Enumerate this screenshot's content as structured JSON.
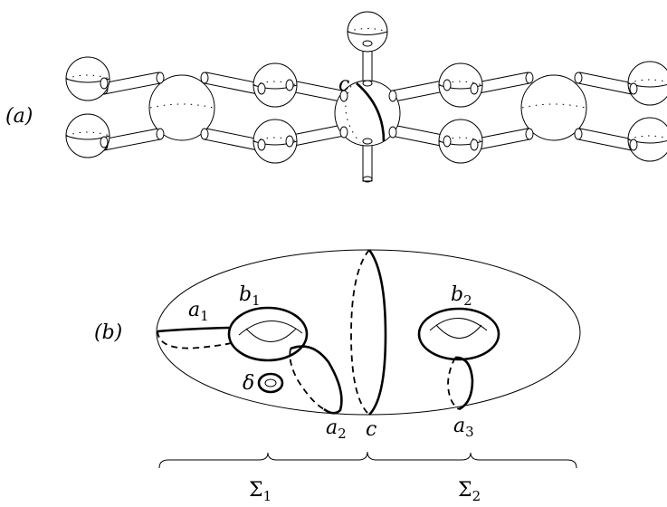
{
  "panel_a": {
    "label": "(a)",
    "curve_label": "c"
  },
  "panel_b": {
    "label": "(b)",
    "b1": "b",
    "b1_sub": "1",
    "b2": "b",
    "b2_sub": "2",
    "a1": "a",
    "a1_sub": "1",
    "a2": "a",
    "a2_sub": "2",
    "a3": "a",
    "a3_sub": "3",
    "delta": "δ",
    "c": "c",
    "sigma1": "Σ",
    "sigma1_sub": "1",
    "sigma2": "Σ",
    "sigma2_sub": "2"
  }
}
